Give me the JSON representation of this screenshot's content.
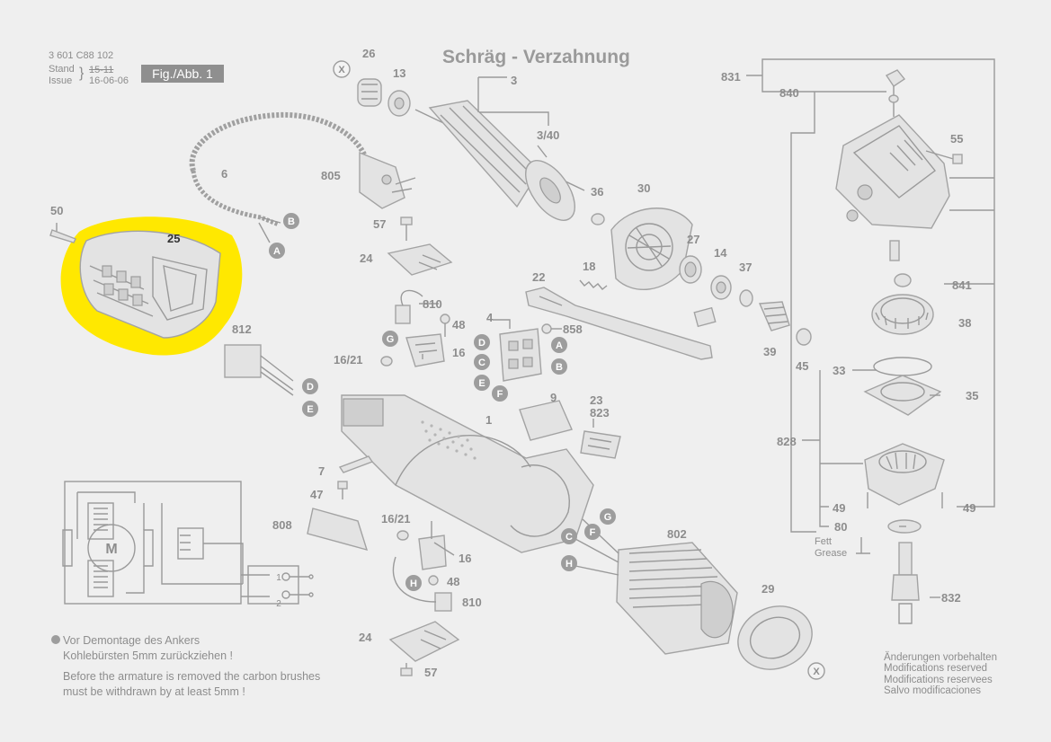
{
  "header": {
    "doc_number": "3 601 C88 102",
    "stand_label": "Stand",
    "stand_value": "15-11",
    "issue_label": "Issue",
    "issue_value": "16-06-06",
    "fig_label": "Fig./Abb. 1"
  },
  "title": "Schräg - Verzahnung",
  "highlight": {
    "part": "25",
    "color": "#ffe800"
  },
  "part_labels": {
    "p26": "26",
    "p13": "13",
    "p3": "3",
    "p3_40": "3/40",
    "p805": "805",
    "p6": "6",
    "p50": "50",
    "p25": "25",
    "p57a": "57",
    "p24a": "24",
    "p810a": "810",
    "p48a": "48",
    "p812": "812",
    "p16_21a": "16/21",
    "p16a": "16",
    "p4": "4",
    "p858": "858",
    "p22": "22",
    "p18": "18",
    "p36": "36",
    "p30": "30",
    "p27": "27",
    "p14": "14",
    "p37": "37",
    "p39": "39",
    "p45": "45",
    "p9": "9",
    "p1": "1",
    "p23": "23",
    "p823": "823",
    "p7": "7",
    "p47": "47",
    "p808": "808",
    "p16_21b": "16/21",
    "p16b": "16",
    "p48b": "48",
    "p810b": "810",
    "p24b": "24",
    "p57b": "57",
    "p802": "802",
    "p29": "29",
    "p831": "831",
    "p840": "840",
    "p55": "55",
    "p841": "841",
    "p38": "38",
    "p33": "33",
    "p35": "35",
    "p828": "828",
    "p49a": "49",
    "p49b": "49",
    "p80": "80",
    "p832": "832"
  },
  "markers": {
    "x1": "X",
    "x2": "X",
    "b1": "B",
    "a1": "A",
    "d1": "D",
    "e1": "E",
    "g1": "G",
    "d2": "D",
    "c2": "C",
    "e2": "E",
    "a2": "A",
    "b2": "B",
    "f2": "F",
    "g3": "G",
    "f3": "F",
    "c3": "C",
    "h3": "H",
    "h4": "H"
  },
  "motor_symbol": "M",
  "fett_grease": {
    "line1": "Fett",
    "line2": "Grease"
  },
  "notes": {
    "de_line1": "Vor Demontage des Ankers",
    "de_line2": "Kohlebürsten 5mm zurückziehen !",
    "en_line1": "Before the armature is removed the carbon brushes",
    "en_line2": "must be withdrawn by at least 5mm !"
  },
  "disclaimer": {
    "line1": "Änderungen vorbehalten",
    "line2": "Modifications reserved",
    "line3": "Modifications reservees",
    "line4": "Salvo modificaciones"
  },
  "wiring_switch_labels": {
    "s1": "1",
    "s2": "2"
  }
}
